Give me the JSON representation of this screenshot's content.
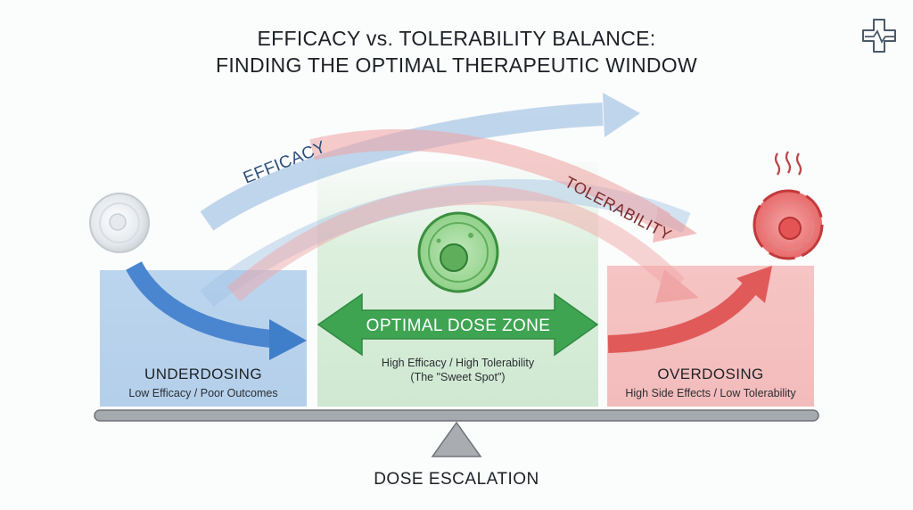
{
  "title": {
    "line1": "EFFICACY vs. TOLERABILITY BALANCE:",
    "line2": "FINDING THE OPTIMAL THERAPEUTIC WINDOW"
  },
  "curves": {
    "efficacy": "EFFICACY",
    "tolerability": "TOLERABILITY"
  },
  "zones": {
    "underdosing": {
      "label": "UNDERDOSING",
      "sub": "Low Efficacy / Poor Outcomes"
    },
    "optimal": {
      "label": "OPTIMAL DOSE ZONE",
      "sub1": "High Efficacy / High Tolerability",
      "sub2": "(The \"Sweet Spot\")"
    },
    "overdosing": {
      "label": "OVERDOSING",
      "sub": "High Side Effects / Low Tolerability"
    }
  },
  "axis_label": "DOSE ESCALATION",
  "icons": {
    "corner": "medical-cross-pulse-icon",
    "left_cell": "faded-cell-icon",
    "center_cell": "healthy-cell-icon",
    "right_cell": "damaged-cell-icon"
  },
  "colors": {
    "blue": "#4a86cf",
    "green": "#3fa452",
    "red": "#e05a5a"
  }
}
